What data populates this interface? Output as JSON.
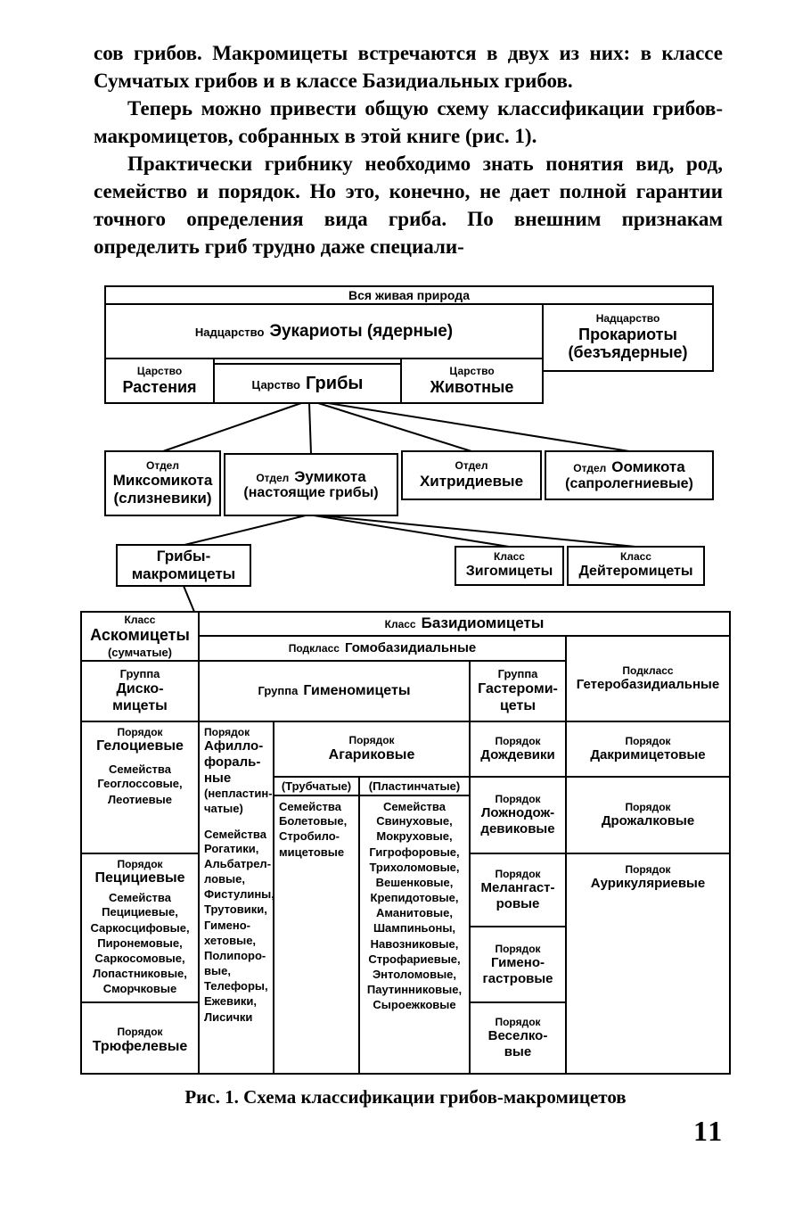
{
  "page": {
    "caption": "Рис. 1. Схема классификации грибов-макромицетов",
    "number": "11",
    "ink_color": "#000000",
    "paper_color": "#ffffff"
  },
  "body": {
    "para1": "сов грибов. Макромицеты встречаются в двух из них: в классе Сумчатых грибов и в классе Базидиальных грибов.",
    "para2": "Теперь можно привести общую схему классификации грибов-макромицетов, собранных в этой книге (рис. 1).",
    "para3": "Практически грибнику необходимо знать понятия вид, род, семейство и порядок. Но это, конечно, не дает полной гарантии точного определения вида гриба. По внешним признакам определить гриб трудно даже специали-"
  },
  "diagram": {
    "nature": "Вся живая природа",
    "eukaryotes": {
      "prefix": "Надцарство",
      "name": "Эукариоты (ядерные)"
    },
    "prokaryotes": {
      "prefix": "Надцарство",
      "name": "Прокариоты\n(безъядерные)"
    },
    "plants": {
      "prefix": "Царство",
      "name": "Растения"
    },
    "fungi": {
      "prefix": "Царство",
      "name": "Грибы"
    },
    "animals": {
      "prefix": "Царство",
      "name": "Животные"
    },
    "myxomycota": {
      "prefix": "Отдел",
      "name": "Миксомикота\n(слизневики)"
    },
    "eumycota": {
      "prefix": "Отдел",
      "name": "Эумикота",
      "sub": "(настоящие грибы)"
    },
    "chytridiales": {
      "prefix": "Отдел",
      "name": "Хитридиевые"
    },
    "oomycota": {
      "prefix": "Отдел",
      "name": "Оомикота",
      "sub": "(сапролегниевые)"
    },
    "macromycetes": {
      "name": "Грибы-\nмакромицеты"
    },
    "zygomycetes": {
      "prefix": "Класс",
      "name": "Зигомицеты"
    },
    "deuteromycetes": {
      "prefix": "Класс",
      "name": "Дейтеромицеты"
    }
  },
  "table": {
    "ascomycetes": {
      "prefix": "Класс",
      "name": "Аскомицеты",
      "sub": "(сумчатые)"
    },
    "basidiomycetes": {
      "prefix": "Класс",
      "name": "Базидиомицеты"
    },
    "homobasidial": {
      "prefix": "Подкласс",
      "name": "Гомобазидиальные"
    },
    "heterobasidial": {
      "prefix": "Подкласс",
      "name": "Гетеробазидиальные"
    },
    "discomycetes": {
      "prefix": "Группа",
      "name": "Диско-\nмицеты"
    },
    "hymenomycetes": {
      "prefix": "Группа",
      "name": "Гименомицеты"
    },
    "gasteromycetes": {
      "prefix": "Группа",
      "name": "Гастероми-\nцеты"
    },
    "helotiales": {
      "prefix": "Порядок",
      "name": "Гелоциевые",
      "families_label": "Семейства",
      "families": "Геоглоссовые,\nЛеотиевые"
    },
    "pezizales": {
      "prefix": "Порядок",
      "name": "Пецициевые",
      "families_label": "Семейства",
      "families": "Пецициевые,\nСаркосцифовые,\nПиронемовые,\nСаркосомовые,\nЛопастниковые,\nСморчковые"
    },
    "tuberales": {
      "prefix": "Порядок",
      "name": "Трюфелевые"
    },
    "aphyllophorales": {
      "prefix": "Порядок",
      "name": "Афилло-\nфораль-\nные",
      "note": "(непластин-\nчатые)",
      "families_label": "Семейства",
      "families": "Рогатики,\nАльбатрел-\nловые,\nФистулины,\nТрутовики,\nГимено-\nхетовые,\nПолипоро-\nвые,\nТелефоры,\nЕжевики,\nЛисички"
    },
    "agaricales": {
      "prefix": "Порядок",
      "name": "Агариковые"
    },
    "tubular": {
      "header": "(Трубчатые)",
      "families_label": "Семейства",
      "families": "Болетовые,\nСтробило-\nмицетовые"
    },
    "lamellar": {
      "header": "(Пластинчатые)",
      "families_label": "Семейства",
      "families": "Свинуховые,\nМокруховые,\nГигрофоровые,\nТрихоломовые,\nВешенковые,\nКрепидотовые,\nАманитовые,\nШампиньоны,\nНавозниковые,\nСтрофариевые,\nЭнтоломовые,\nПаутинниковые,\nСыроежковые"
    },
    "lycoperdales": {
      "prefix": "Порядок",
      "name": "Дождевики"
    },
    "sclerodermatales": {
      "prefix": "Порядок",
      "name": "Ложнодож-\nдевиковые"
    },
    "melanogastrales": {
      "prefix": "Порядок",
      "name": "Мелангаст-\nровые"
    },
    "hymenogastrales": {
      "prefix": "Порядок",
      "name": "Гимено-\nгастровые"
    },
    "phallales": {
      "prefix": "Порядок",
      "name": "Веселко-\nвые"
    },
    "dacrymycetales": {
      "prefix": "Порядок",
      "name": "Дакримицетовые"
    },
    "tremellales": {
      "prefix": "Порядок",
      "name": "Дрожалковые"
    },
    "auriculariales": {
      "prefix": "Порядок",
      "name": "Аурикуляриевые"
    }
  }
}
